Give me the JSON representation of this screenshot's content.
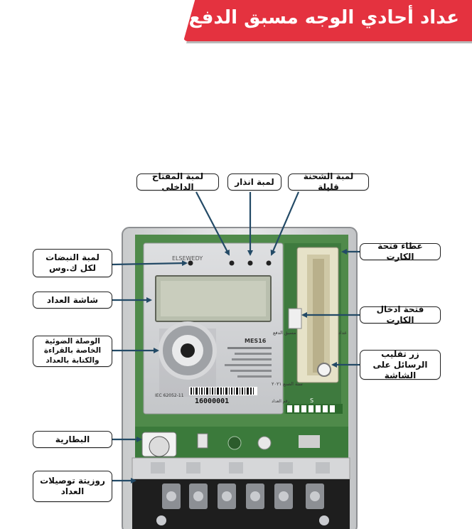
{
  "title": "عداد أحادي الوجه مسبق الدفع",
  "labels": {
    "internal_key_lamp": "لمبة المفتاح الداخلى",
    "alarm_lamp": "لمبة انذار",
    "low_charge_lamp": "لمبة الشحنة قليلة",
    "pulse_lamp": "لمبة النبضات لكل ك.وس",
    "card_slot_cover": "غطاء فتحة الكارت",
    "meter_screen": "شاشة العداد",
    "card_slot": "فتحة ادخال الكارت",
    "optical_port": "الوصلة الضوئية الخاصة بالقراءة والكتابة بالعداد",
    "message_button": "زر تقليب الرسائل على الشاشة",
    "battery": "البطارية",
    "terminal_block": "روزيتة توصيلات العداد"
  },
  "meter": {
    "brand": "ELSEWEDY",
    "model": "MES16",
    "serial": "16000001",
    "standard": "IEC 62052-11",
    "plate_title": "عداد الكهرباء احادي الوجه مسبق الدفع",
    "year_line": "سنة الصنع ٢٠٢١",
    "num_label": "رقم العداد",
    "terminal_label": "S"
  },
  "colors": {
    "banner": "#e4323f",
    "arrow": "#234a66",
    "case": "#d9dadb",
    "board": "#3e7a3e"
  }
}
